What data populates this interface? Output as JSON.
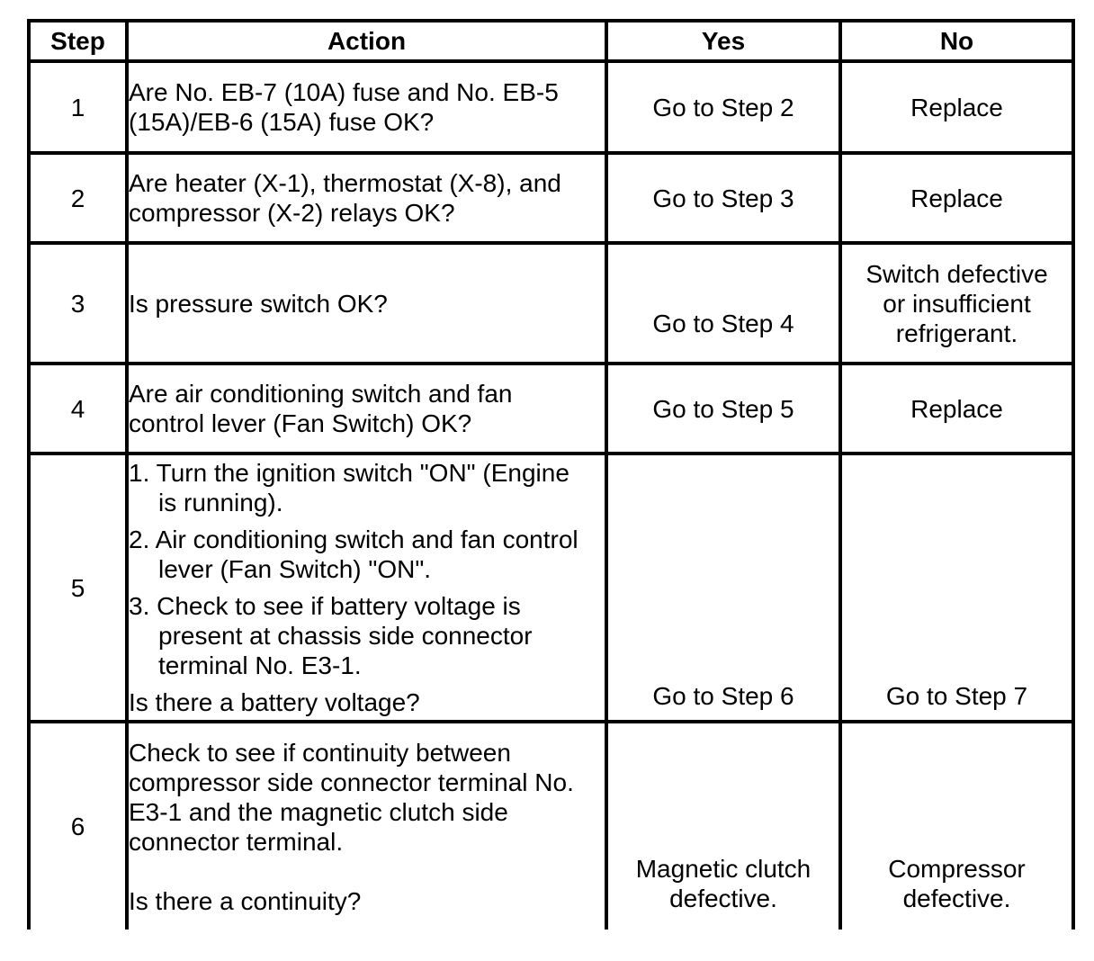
{
  "table": {
    "headers": {
      "step": "Step",
      "action": "Action",
      "yes": "Yes",
      "no": "No"
    },
    "rows": [
      {
        "step": "1",
        "action": "Are No. EB-7 (10A) fuse and No. EB-5\n(15A)/EB-6 (15A) fuse OK?",
        "yes": "Go to Step 2",
        "no": "Replace"
      },
      {
        "step": "2",
        "action": "Are heater (X-1), thermostat (X-8), and\ncompressor (X-2) relays OK?",
        "yes": "Go to Step 3",
        "no": "Replace"
      },
      {
        "step": "3",
        "action": "Is pressure switch OK?",
        "yes": "Go to Step 4",
        "no": "Switch defective\nor insufficient\nrefrigerant."
      },
      {
        "step": "4",
        "action": "Are air conditioning switch and fan\ncontrol lever (Fan Switch) OK?",
        "yes": "Go to Step 5",
        "no": "Replace"
      },
      {
        "step": "5",
        "action_items": [
          "1. Turn the ignition switch \"ON\" (Engine\nis running).",
          "2. Air conditioning switch and fan control\nlever (Fan Switch) \"ON\".",
          "3. Check to see if battery voltage is\npresent at chassis side connector\nterminal No. E3-1."
        ],
        "question": "Is there a battery voltage?",
        "yes": "Go to Step 6",
        "no": "Go to Step 7"
      },
      {
        "step": "6",
        "action": "Check to see if continuity between\ncompressor side connector terminal No.\nE3-1 and the magnetic clutch side\nconnector terminal.",
        "question": "Is there a continuity?",
        "yes": "Magnetic clutch\ndefective.",
        "no": "Compressor\ndefective."
      }
    ]
  },
  "colors": {
    "border": "#000000",
    "background": "#ffffff",
    "text": "#000000"
  }
}
